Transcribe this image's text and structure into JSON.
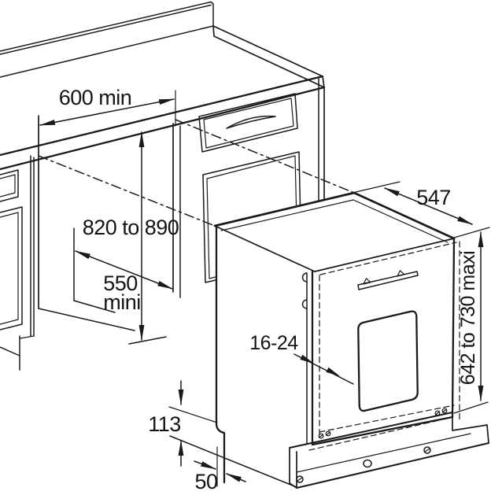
{
  "diagram": {
    "type": "installation-drawing",
    "subject": "built-in dishwasher installation under kitchen worktop",
    "line_color": "#1a1a1a",
    "background_color": "#ffffff",
    "labels": {
      "niche_width": "600 min",
      "niche_height": "820 to 890",
      "niche_depth_value": "550",
      "niche_depth_suffix": "mini",
      "top_depth": "547",
      "panel_thickness": "16-24",
      "appliance_height": "642 to 730 maxi",
      "plinth_height": "113",
      "plinth_recess": "50"
    }
  }
}
